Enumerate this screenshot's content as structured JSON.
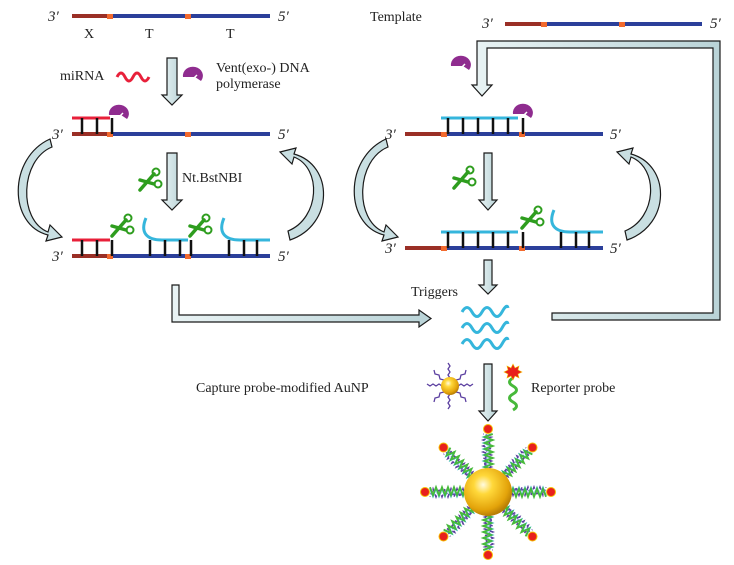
{
  "colors": {
    "template_strand": "#2b3f9a",
    "x_region": "#9a2f26",
    "nick_site": "#f26a2e",
    "mirna": "#e8203a",
    "trigger": "#35b6dc",
    "polymerase": "#8f2c8f",
    "scissors": "#2e9d1e",
    "arrow_fill": "#c9dfe2",
    "arrow_stroke": "#1a1a1a",
    "aunp": "#f4b718",
    "capture_probe": "#5b3fa0",
    "reporter_probe": "#47b93a",
    "reporter_label": "#e8201c"
  },
  "labels": {
    "three_prime": "3′",
    "five_prime": "5′",
    "region_x": "X",
    "region_t1": "T",
    "region_t2": "T",
    "mirna": "miRNA",
    "polymerase_line1": "Vent(exo-) DNA",
    "polymerase_line2": "polymerase",
    "nicking_enzyme": "Nt.BstNBI",
    "template": "Template",
    "triggers": "Triggers",
    "capture_probe": "Capture probe-modified AuNP",
    "reporter_probe": "Reporter probe"
  }
}
